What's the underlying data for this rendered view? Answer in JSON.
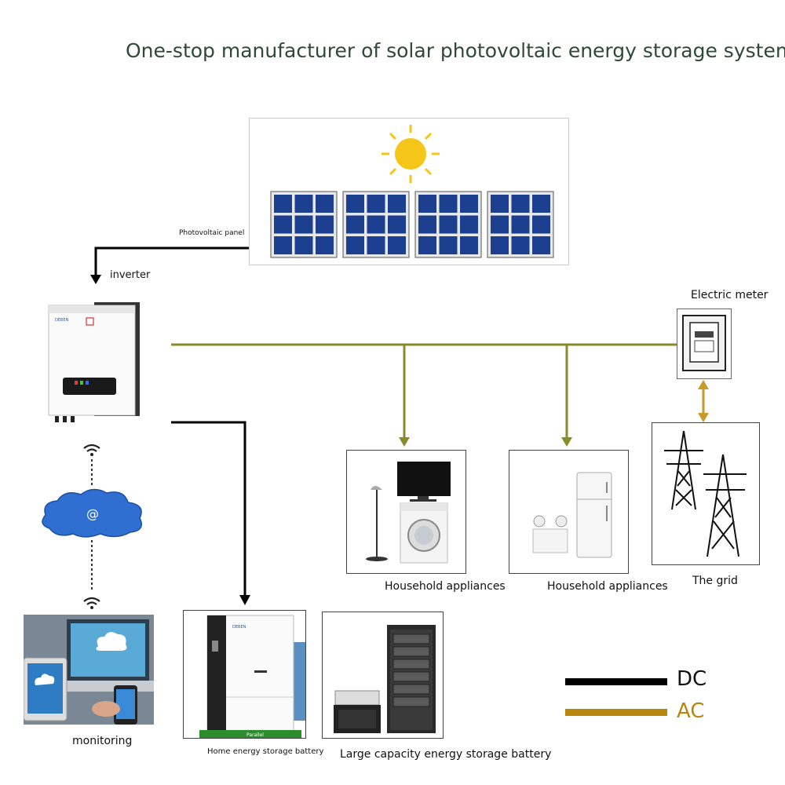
{
  "title": "One-stop manufacturer of solar photovoltaic energy storage systems",
  "labels": {
    "photovoltaic_panel": "Photovoltaic panel",
    "inverter": "inverter",
    "electric_meter": "Electric meter",
    "household_appliances_1": "Household appliances",
    "household_appliances_2": "Household appliances",
    "the_grid": "The grid",
    "monitoring": "monitoring",
    "home_battery": "Home energy storage battery",
    "large_battery": "Large capacity energy storage battery"
  },
  "device_text": {
    "brand": "DEBEN",
    "battery_banner": "Parallel"
  },
  "legend": {
    "dc": {
      "label": "DC",
      "color": "#000000"
    },
    "ac": {
      "label": "AC",
      "color": "#b8860b"
    }
  },
  "colors": {
    "ac_wire": "#8a8a2a",
    "dc_wire": "#000000",
    "sun": "#f5c518",
    "panel": "#1d3f8f",
    "cloud": "#2f6fd1"
  },
  "icons": [
    "sun-icon",
    "solar-panel-icon",
    "inverter-icon",
    "wifi-icon",
    "cloud-icon",
    "laptop-icon",
    "meter-icon",
    "tower-icon",
    "tv-icon",
    "washer-icon",
    "fridge-icon",
    "lamp-icon",
    "battery-icon",
    "rack-icon"
  ]
}
